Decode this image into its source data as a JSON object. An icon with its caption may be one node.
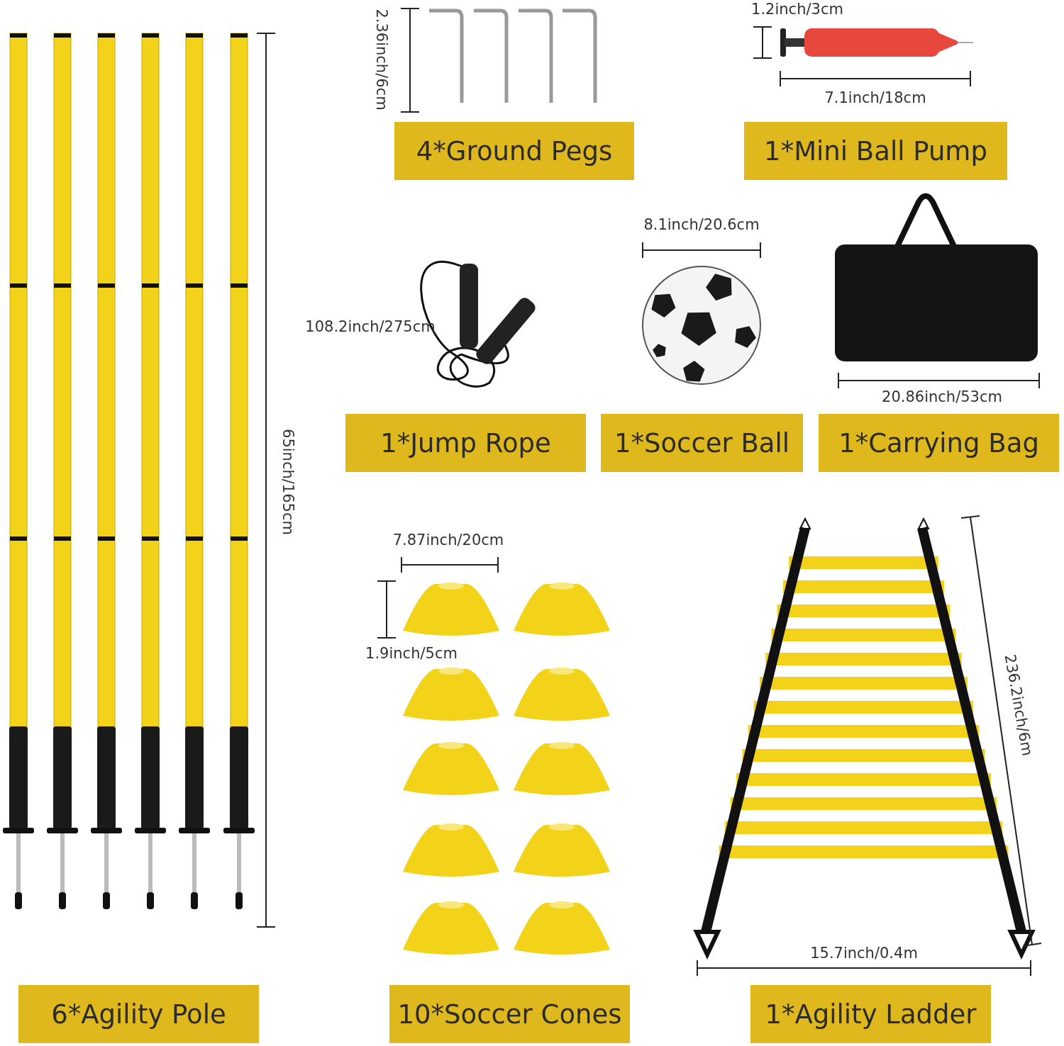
{
  "diagram": {
    "nodes": [
      {
        "text": [
          "4*Ground Pegs"
        ]
      },
      {
        "text": [
          "1*Mini Ball Pump"
        ]
      },
      {
        "text": [
          "1*Jump Rope"
        ]
      },
      {
        "text": [
          "1*Soccer Ball"
        ]
      },
      {
        "text": [
          "1*Carrying Bag"
        ]
      },
      {
        "text": [
          "6*Agility Pole"
        ]
      },
      {
        "text": [
          "10*Soccer Cones"
        ]
      },
      {
        "text": [
          "1*Agility Ladder"
        ]
      }
    ],
    "labels": [
      "2.36inch/6cm",
      "1.2inch/3cm",
      "7.1inch/18cm",
      "8.1inch/20.6cm",
      "108.2inch/275cm",
      "20.86inch/53cm",
      "65inch/165cm",
      "7.87inch/20cm",
      "1.9inch/5cm",
      "236.2inch/6m",
      "15.7inch/0.4m"
    ]
  }
}
